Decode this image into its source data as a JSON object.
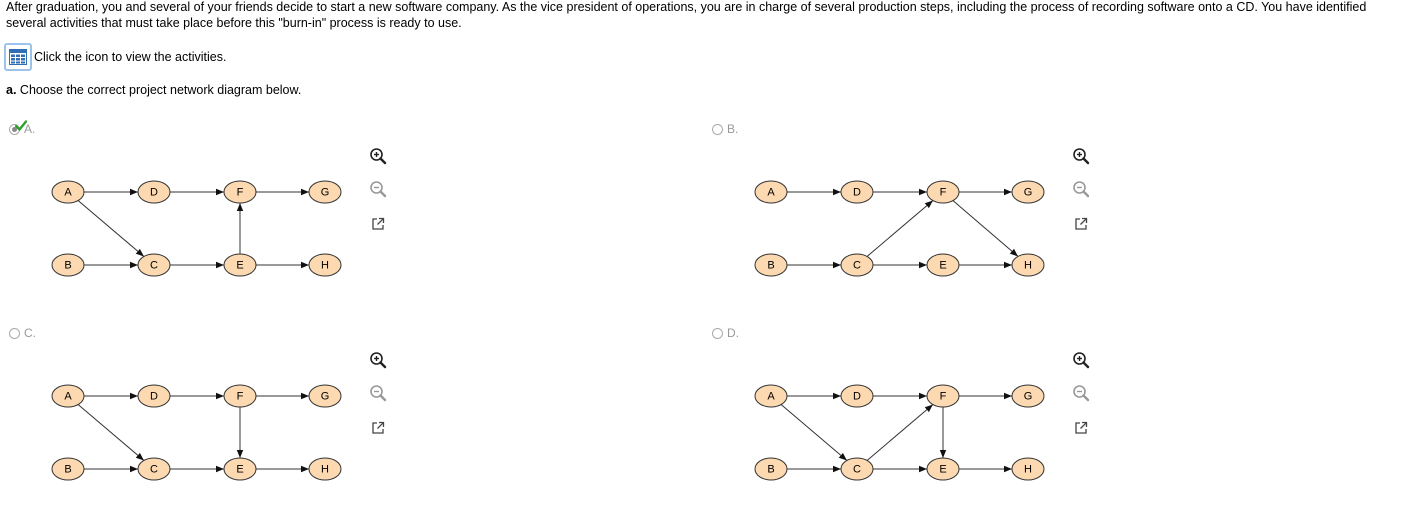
{
  "intro_text": "After graduation, you and several of your friends decide to start a new software company. As the vice president of operations, you are in charge of several production steps, including the process of recording software onto a CD. You have identified several activities that must take place before this \"burn-in\" process is ready to use.",
  "activities_link_text": "Click the icon to view the activities.",
  "question": {
    "part": "a.",
    "text": "Choose the correct project network diagram below."
  },
  "colors": {
    "node_fill": "#fcd9b1",
    "check": "#2ca02c",
    "icon_blue": "#2f6db5"
  },
  "options": [
    {
      "label": "A.",
      "selected": true,
      "correct_mark": true,
      "nodes": [
        "A",
        "B",
        "C",
        "D",
        "E",
        "F",
        "G",
        "H"
      ],
      "edges": [
        [
          "A",
          "D"
        ],
        [
          "A",
          "C"
        ],
        [
          "B",
          "C"
        ],
        [
          "D",
          "F"
        ],
        [
          "C",
          "E"
        ],
        [
          "E",
          "F"
        ],
        [
          "F",
          "G"
        ],
        [
          "E",
          "H"
        ]
      ]
    },
    {
      "label": "B.",
      "selected": false,
      "correct_mark": false,
      "nodes": [
        "A",
        "B",
        "C",
        "D",
        "E",
        "F",
        "G",
        "H"
      ],
      "edges": [
        [
          "A",
          "D"
        ],
        [
          "B",
          "C"
        ],
        [
          "D",
          "F"
        ],
        [
          "C",
          "F"
        ],
        [
          "C",
          "E"
        ],
        [
          "F",
          "G"
        ],
        [
          "F",
          "H"
        ],
        [
          "E",
          "H"
        ]
      ]
    },
    {
      "label": "C.",
      "selected": false,
      "correct_mark": false,
      "nodes": [
        "A",
        "B",
        "C",
        "D",
        "E",
        "F",
        "G",
        "H"
      ],
      "edges": [
        [
          "A",
          "D"
        ],
        [
          "A",
          "C"
        ],
        [
          "B",
          "C"
        ],
        [
          "D",
          "F"
        ],
        [
          "F",
          "E"
        ],
        [
          "C",
          "E"
        ],
        [
          "F",
          "G"
        ],
        [
          "E",
          "H"
        ]
      ]
    },
    {
      "label": "D.",
      "selected": false,
      "correct_mark": false,
      "nodes": [
        "A",
        "B",
        "C",
        "D",
        "E",
        "F",
        "G",
        "H"
      ],
      "edges": [
        [
          "A",
          "D"
        ],
        [
          "A",
          "C"
        ],
        [
          "B",
          "C"
        ],
        [
          "D",
          "F"
        ],
        [
          "C",
          "F"
        ],
        [
          "C",
          "E"
        ],
        [
          "F",
          "E"
        ],
        [
          "F",
          "G"
        ],
        [
          "E",
          "H"
        ]
      ]
    }
  ],
  "tools": [
    "zoom-in-icon",
    "zoom-out-icon",
    "popout-icon"
  ]
}
